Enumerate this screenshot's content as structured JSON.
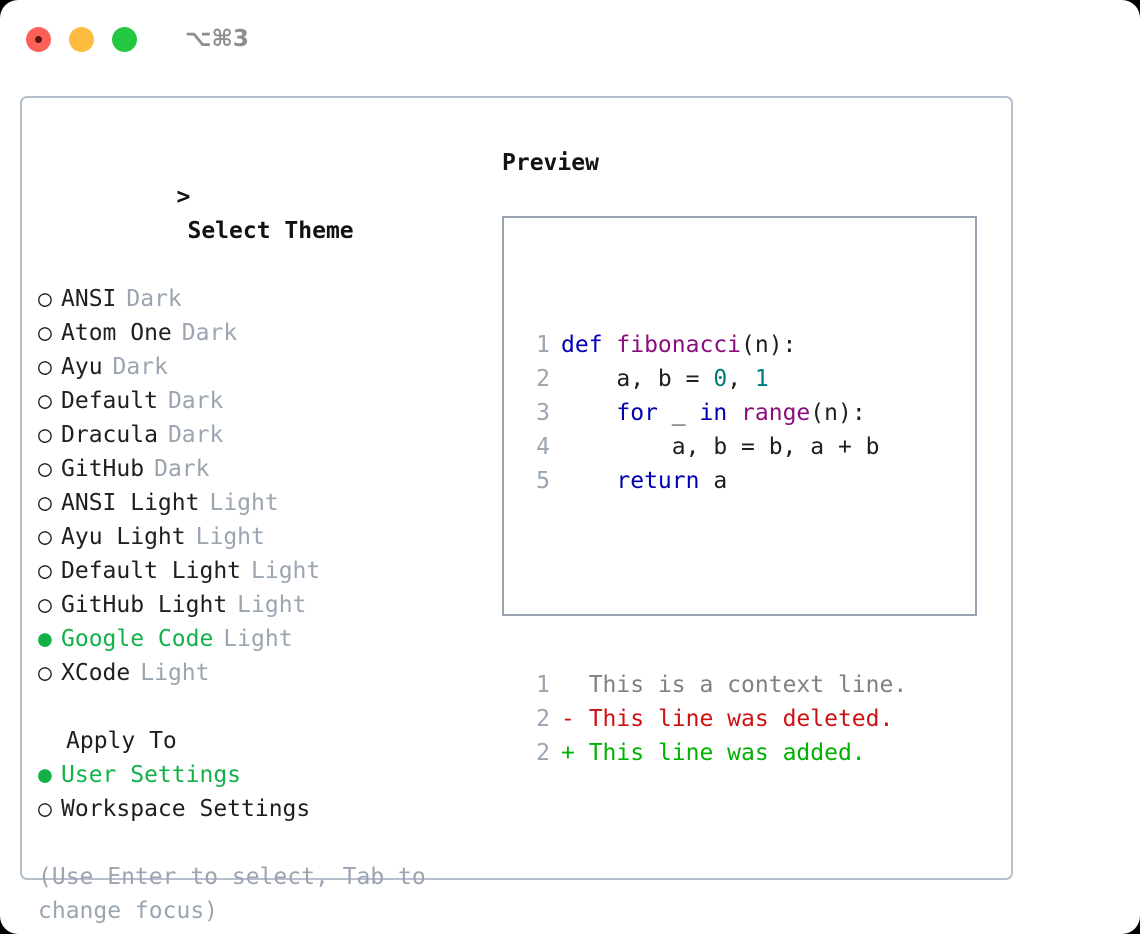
{
  "window": {
    "shortcut": "⌥⌘3",
    "traffic_lights": [
      {
        "name": "close-button",
        "color": "#fc6058"
      },
      {
        "name": "minimize-button",
        "color": "#fdbc40"
      },
      {
        "name": "maximize-button",
        "color": "#23c742"
      }
    ]
  },
  "colors": {
    "accent_green": "#14b14a",
    "muted": "#9aa5b1",
    "border": "#b6bfcb",
    "preview_border": "#9aa5b1",
    "keyword": "#0000b0",
    "function": "#8a0f7d",
    "number": "#007b7b",
    "diff_added": "#00b200",
    "diff_deleted": "#cc1212",
    "diff_context": "#808080"
  },
  "theme_panel": {
    "caret": ">",
    "title": "Select Theme",
    "bullet_unselected": "○",
    "bullet_selected": "●",
    "items": [
      {
        "label": "ANSI",
        "suffix": "Dark",
        "selected": false
      },
      {
        "label": "Atom One",
        "suffix": "Dark",
        "selected": false
      },
      {
        "label": "Ayu",
        "suffix": "Dark",
        "selected": false
      },
      {
        "label": "Default",
        "suffix": "Dark",
        "selected": false
      },
      {
        "label": "Dracula",
        "suffix": "Dark",
        "selected": false
      },
      {
        "label": "GitHub",
        "suffix": "Dark",
        "selected": false
      },
      {
        "label": "ANSI Light",
        "suffix": "Light",
        "selected": false
      },
      {
        "label": "Ayu Light",
        "suffix": "Light",
        "selected": false
      },
      {
        "label": "Default Light",
        "suffix": "Light",
        "selected": false
      },
      {
        "label": "GitHub Light",
        "suffix": "Light",
        "selected": false
      },
      {
        "label": "Google Code",
        "suffix": "Light",
        "selected": true
      },
      {
        "label": "XCode",
        "suffix": "Light",
        "selected": false
      }
    ]
  },
  "apply_to": {
    "title": "Apply To",
    "items": [
      {
        "label": "User Settings",
        "selected": true
      },
      {
        "label": "Workspace Settings",
        "selected": false
      }
    ]
  },
  "hint": "(Use Enter to select, Tab to change focus)",
  "preview": {
    "title": "Preview",
    "code_lines": [
      {
        "no": "1",
        "tokens": [
          {
            "t": "def ",
            "k": "kw"
          },
          {
            "t": "fibonacci",
            "k": "fn"
          },
          {
            "t": "(n):",
            "k": "plain"
          }
        ]
      },
      {
        "no": "2",
        "tokens": [
          {
            "t": "    a, b = ",
            "k": "plain"
          },
          {
            "t": "0",
            "k": "num"
          },
          {
            "t": ", ",
            "k": "plain"
          },
          {
            "t": "1",
            "k": "num"
          }
        ]
      },
      {
        "no": "3",
        "tokens": [
          {
            "t": "    ",
            "k": "plain"
          },
          {
            "t": "for",
            "k": "kw"
          },
          {
            "t": " _ ",
            "k": "plain"
          },
          {
            "t": "in",
            "k": "kw"
          },
          {
            "t": " ",
            "k": "plain"
          },
          {
            "t": "range",
            "k": "fn"
          },
          {
            "t": "(n):",
            "k": "plain"
          }
        ]
      },
      {
        "no": "4",
        "tokens": [
          {
            "t": "        a, b = b, a + b",
            "k": "plain"
          }
        ]
      },
      {
        "no": "5",
        "tokens": [
          {
            "t": "    ",
            "k": "plain"
          },
          {
            "t": "return",
            "k": "kw"
          },
          {
            "t": " a",
            "k": "plain"
          }
        ]
      }
    ],
    "diff_lines": [
      {
        "no": "1",
        "marker": " ",
        "text": "This is a context line.",
        "kind": "context"
      },
      {
        "no": "2",
        "marker": "-",
        "text": "This line was deleted.",
        "kind": "deleted"
      },
      {
        "no": "2",
        "marker": "+",
        "text": "This line was added.",
        "kind": "added"
      }
    ]
  }
}
